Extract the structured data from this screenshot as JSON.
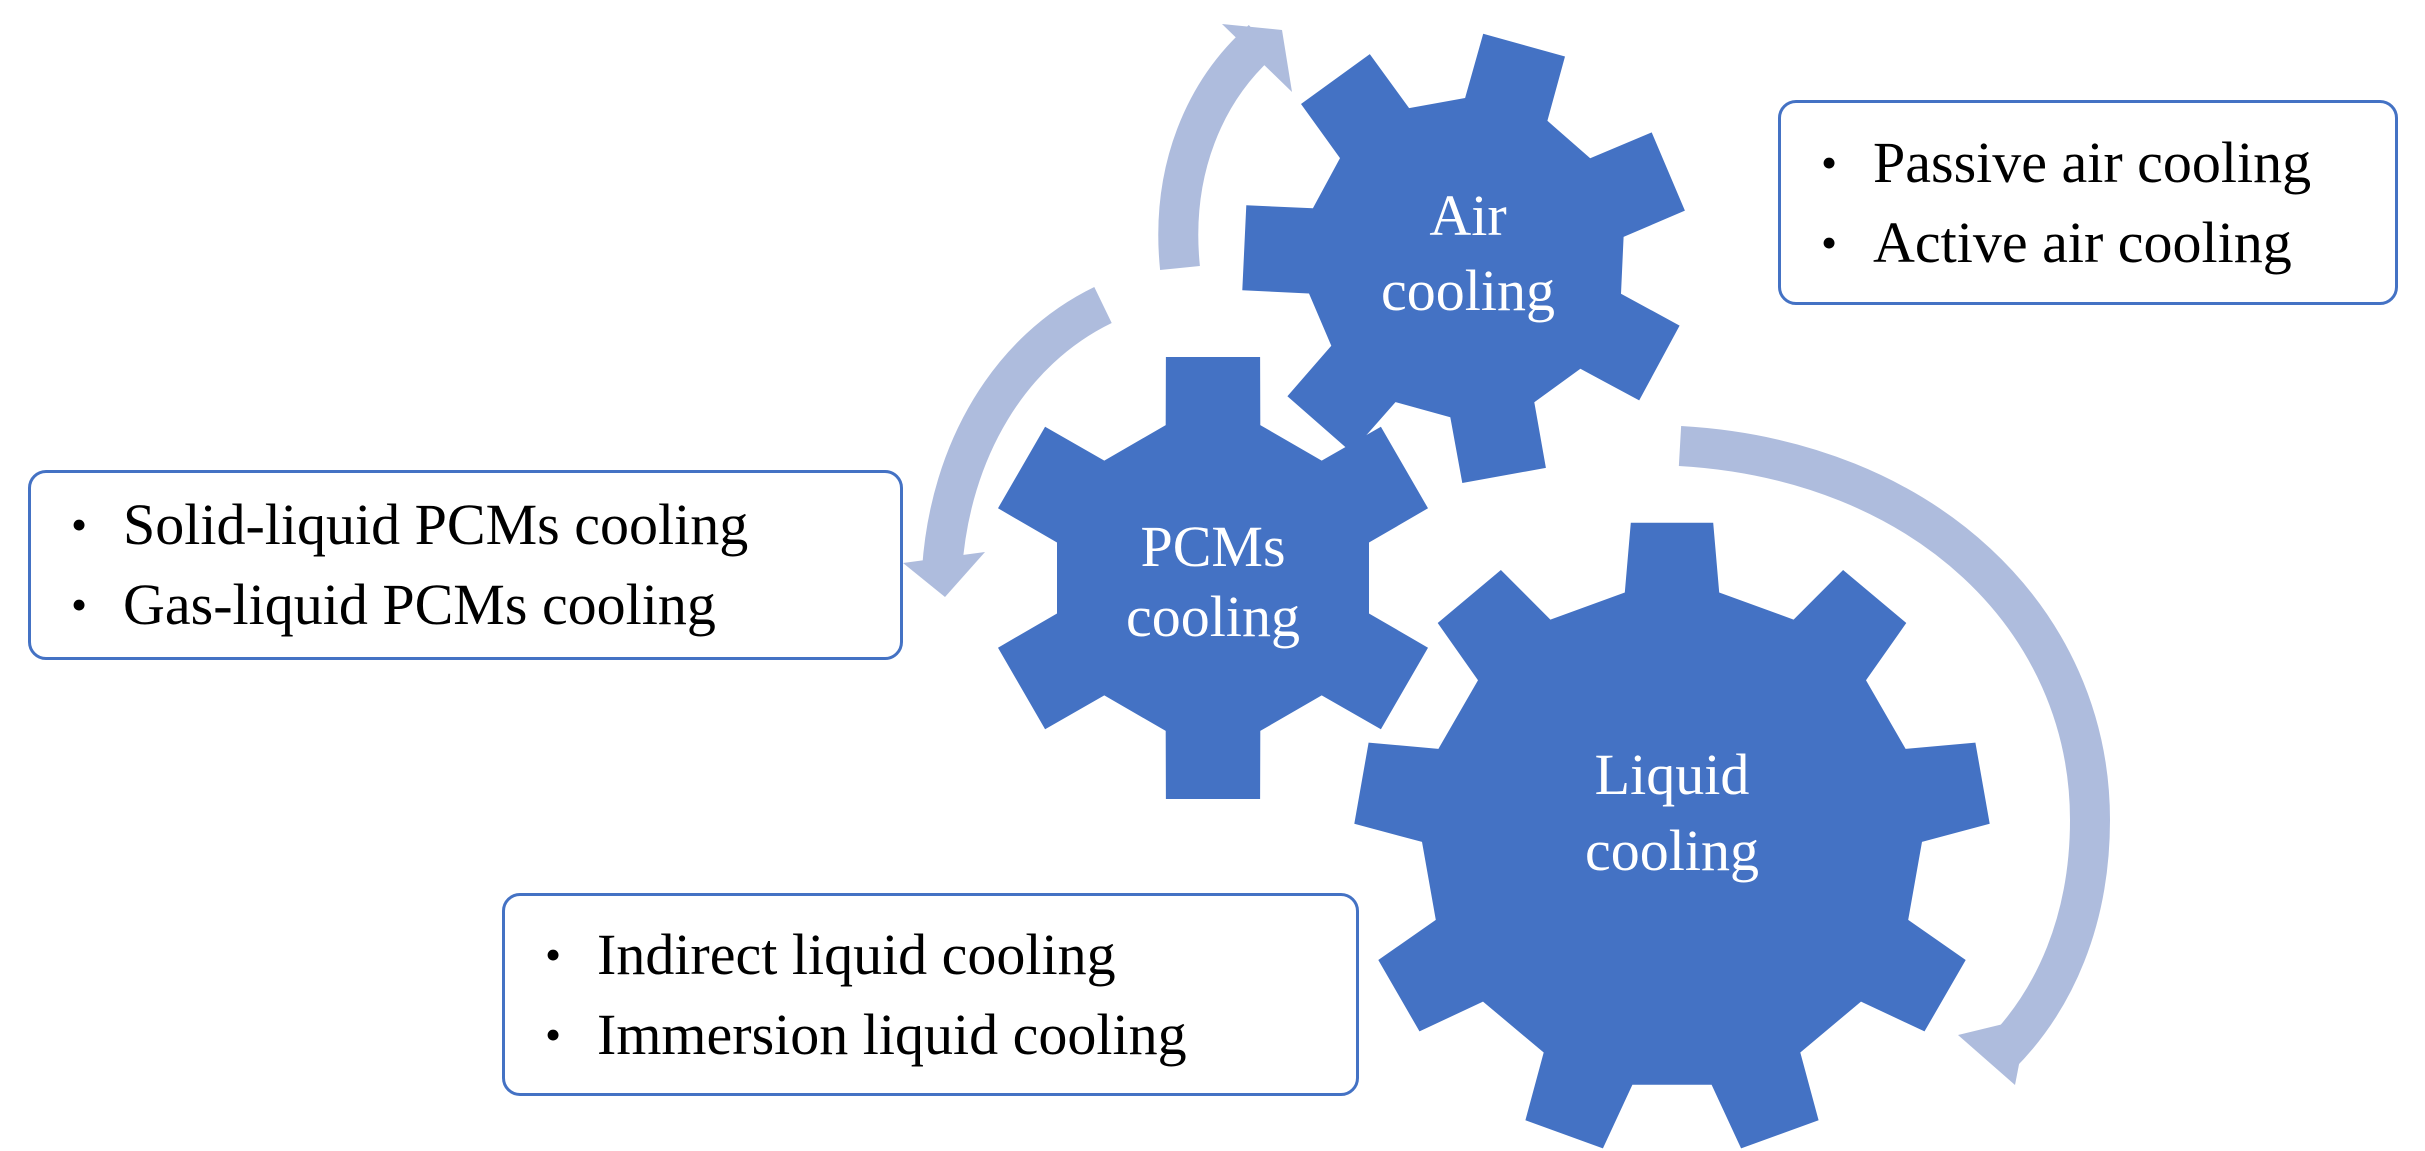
{
  "colors": {
    "gear": "#4472c4",
    "arrow": "#aebcdd",
    "box_border": "#4472c4",
    "text": "#000000"
  },
  "gears": [
    {
      "id": "air",
      "line1": "Air",
      "line2": "cooling"
    },
    {
      "id": "pcm",
      "line1": "PCMs",
      "line2": "cooling"
    },
    {
      "id": "liquid",
      "line1": "Liquid",
      "line2": "cooling"
    }
  ],
  "boxes": {
    "air": {
      "items": [
        "Passive air cooling",
        "Active air cooling"
      ]
    },
    "pcm": {
      "items": [
        "Solid-liquid PCMs cooling",
        "Gas-liquid PCMs cooling"
      ]
    },
    "liquid": {
      "items": [
        "Indirect liquid cooling",
        "Immersion liquid cooling"
      ]
    }
  },
  "bullet_glyph": "•"
}
